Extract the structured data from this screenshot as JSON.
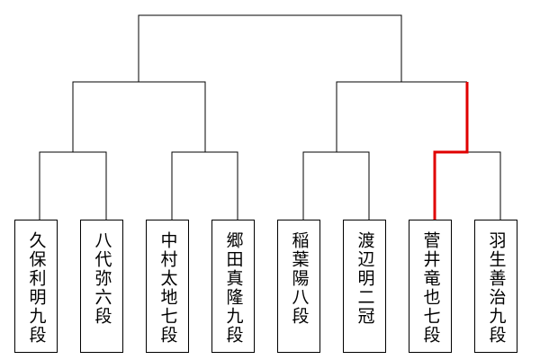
{
  "players": [
    {
      "name": "久保利明九段"
    },
    {
      "name": "八代弥六段"
    },
    {
      "name": "中村太地七段"
    },
    {
      "name": "郷田真隆九段"
    },
    {
      "name": "稲葉陽八段"
    },
    {
      "name": "渡辺明二冠"
    },
    {
      "name": "菅井竜也七段"
    },
    {
      "name": "羽生善治九段"
    }
  ],
  "colors": {
    "line": "#000000",
    "advance": "#e00000"
  },
  "advanced_player": "菅井竜也七段"
}
